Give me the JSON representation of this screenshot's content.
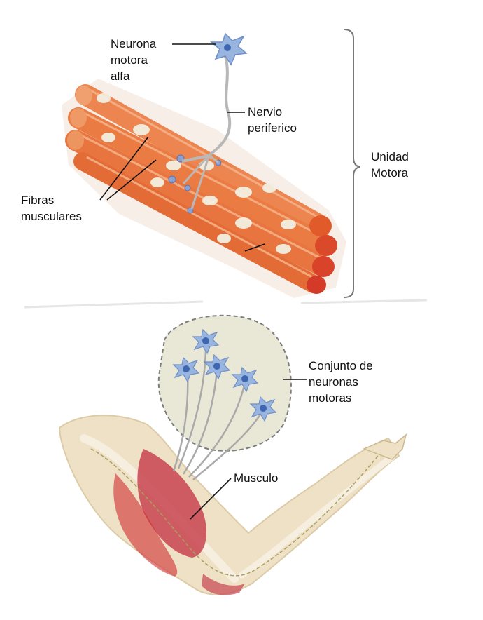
{
  "colors": {
    "muscle_fiber": "#ea7b43",
    "muscle_fiber_dark": "#e1622c",
    "muscle_red": "#cf2f32",
    "nucleus": "#f3efe1",
    "neuron_blue": "#98b5e0",
    "neuron_nucleus": "#3f66b0",
    "nerve_gray": "#b8b8b8",
    "bubble_fill": "#e9e8d6",
    "arm_beige": "#efe1c6",
    "arm_red": "#c8434f",
    "line": "#111111"
  },
  "icons": [
    "motor-neuron-icon",
    "muscle-fiber-bundle",
    "bracket",
    "arm-muscle",
    "neuron-pool-bubble"
  ],
  "labels": {
    "alpha_motor_neuron": [
      "Neurona",
      "motora",
      "alfa"
    ],
    "peripheral_nerve": [
      "Nervio",
      "periferico"
    ],
    "muscle_fibers": [
      "Fibras",
      "musculares"
    ],
    "motor_unit": [
      "Unidad",
      "Motora"
    ],
    "motor_neuron_pool": [
      "Conjunto de",
      "neuronas",
      "motoras"
    ],
    "muscle": [
      "Musculo"
    ]
  }
}
